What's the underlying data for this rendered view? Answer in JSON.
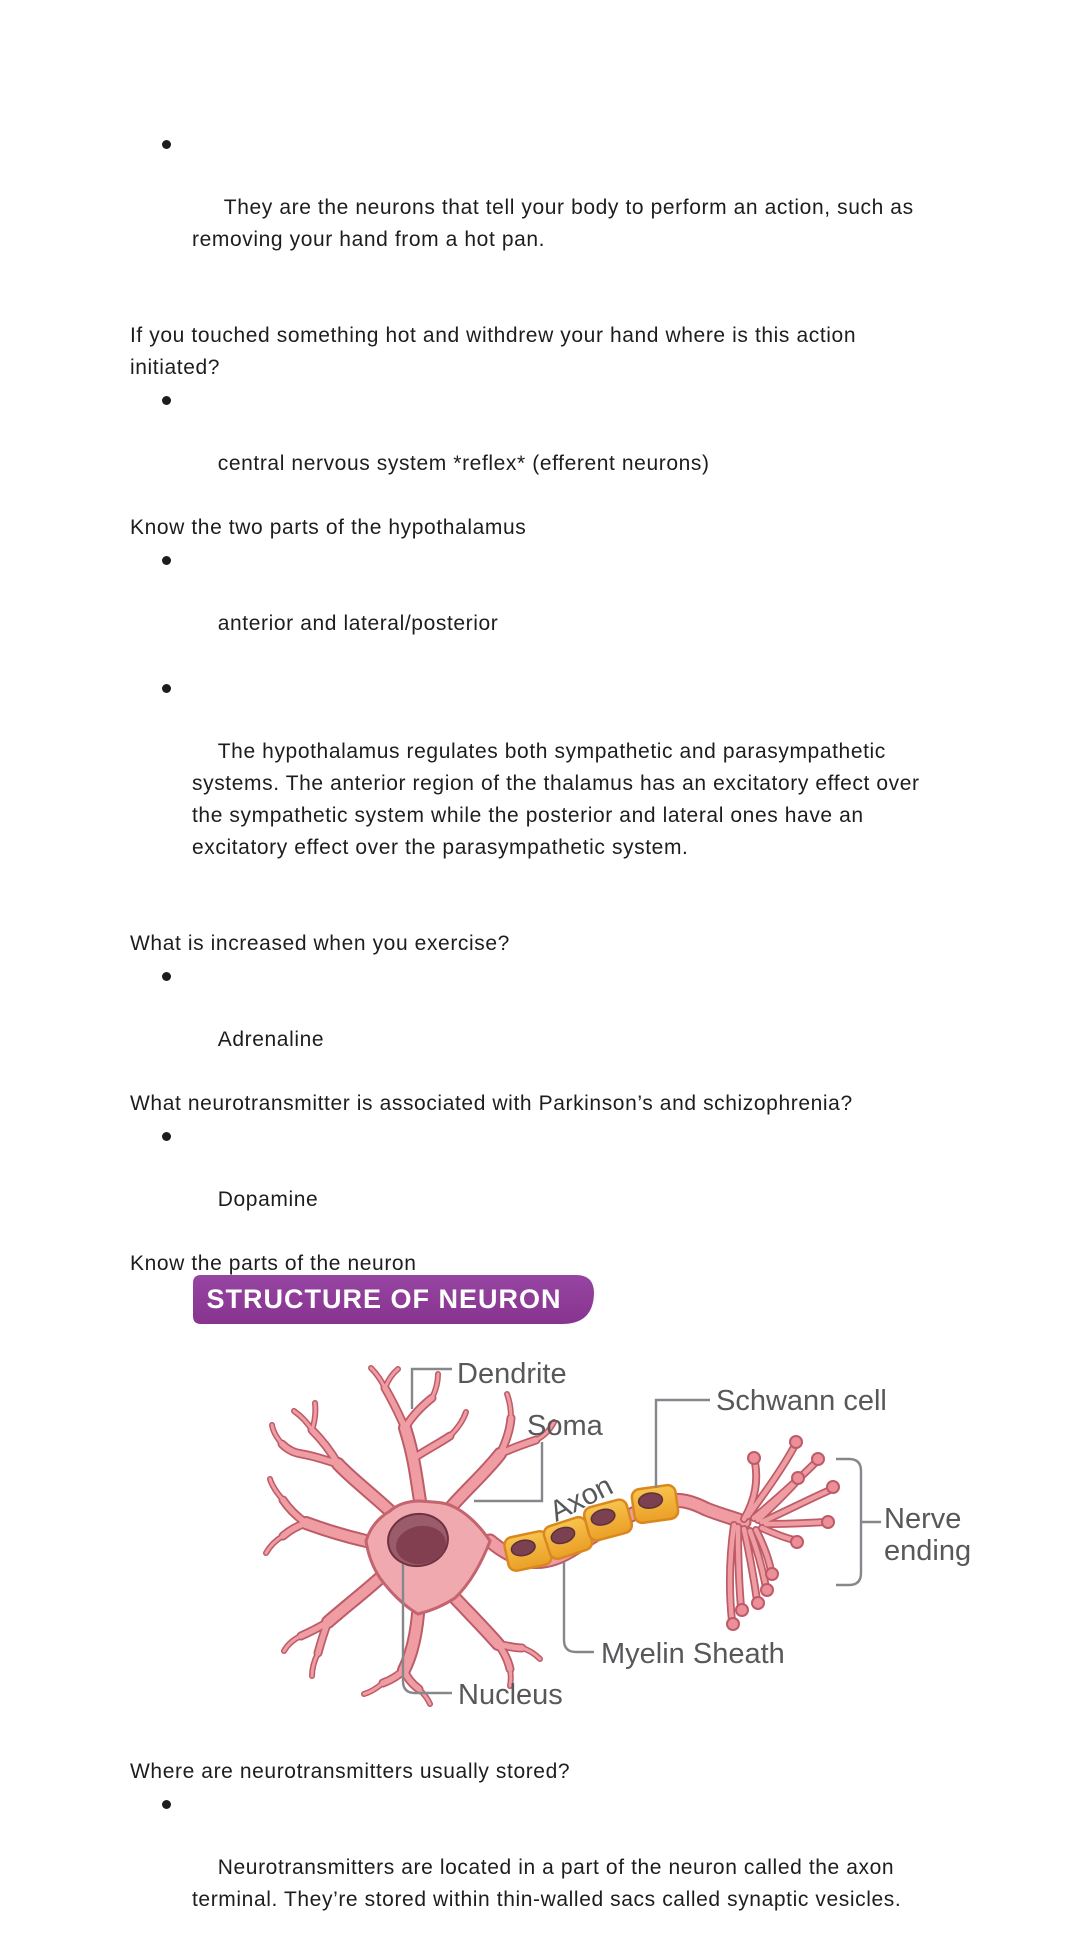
{
  "document": {
    "blocks": [
      {
        "text": " They are the neurons that tell your body to perform an action, such as\nremoving your hand from a hot pan."
      },
      {
        "text": "If you touched something hot and withdrew your hand where is this action\ninitiated?"
      },
      {
        "text": "central nervous system *reflex* (efferent neurons)"
      },
      {
        "text": "Know the two parts of the hypothalamus"
      },
      {
        "text": "anterior and lateral/posterior"
      },
      {
        "text": "The hypothalamus regulates both sympathetic and parasympathetic\nsystems. The anterior region of the thalamus has an excitatory effect over\nthe sympathetic system while the posterior and lateral ones have an\nexcitatory effect over the parasympathetic system."
      },
      {
        "text": "What is increased when you exercise?"
      },
      {
        "text": "Adrenaline"
      },
      {
        "text": "What neurotransmitter is associated with Parkinson’s and schizophrenia?"
      },
      {
        "text": "Dopamine"
      },
      {
        "text": "Know the parts of the neuron"
      },
      {
        "text": "Where are neurotransmitters usually stored?"
      },
      {
        "text": "Neurotransmitters are located in a part of the neuron called the axon\nterminal. They’re stored within thin-walled sacs called synaptic vesicles."
      }
    ]
  },
  "diagram": {
    "title": "STRUCTURE OF NEURON",
    "labels": {
      "dendrite": "Dendrite",
      "soma": "Soma",
      "schwann_cell": "Schwann cell",
      "axon": "Axon",
      "nerve_ending_line1": "Nerve",
      "nerve_ending_line2": "ending",
      "myelin_sheath": "Myelin Sheath",
      "nucleus": "Nucleus"
    },
    "colors": {
      "banner_purple": "#8d3c97",
      "label_text": "#57585a",
      "connector_line": "#85878a",
      "neuron_pink": "#f0a9ae",
      "neuron_outline": "#c4646f",
      "myelin_yellow": "#f2b237",
      "myelin_outline": "#d9881f",
      "schwann_nucleus": "#7b4150",
      "soma_nucleus": "#8c4a59"
    }
  }
}
